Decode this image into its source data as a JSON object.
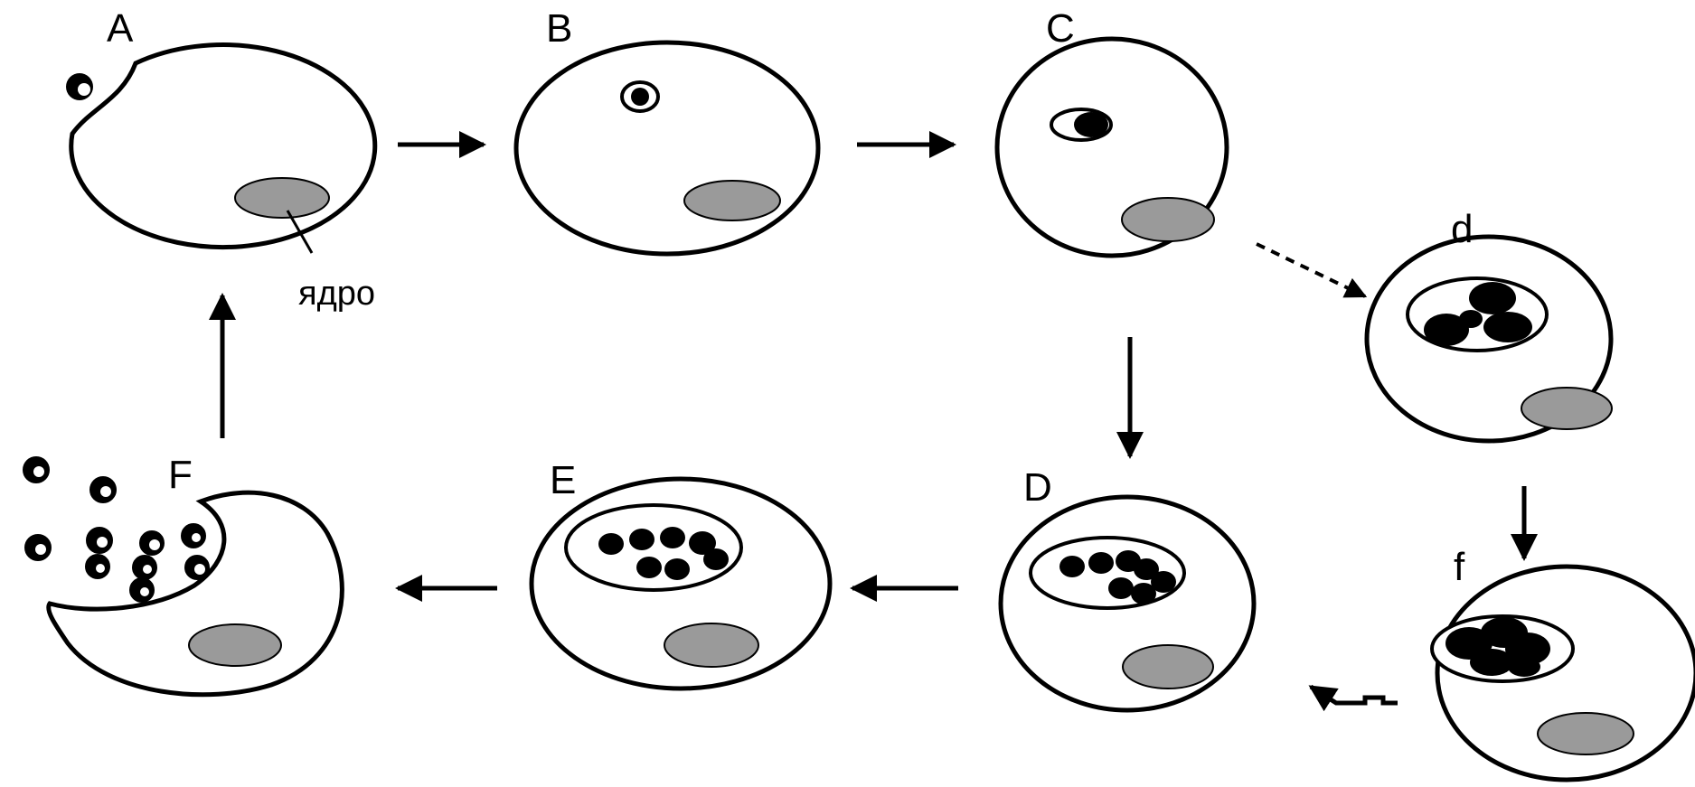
{
  "colors": {
    "background": "#ffffff",
    "outline": "#000000",
    "nucleus": "#9a9a9a",
    "parasite": "#000000"
  },
  "stages": {
    "A": "A",
    "B": "B",
    "C": "C",
    "d": "d",
    "D": "D",
    "E": "E",
    "F": "F",
    "f": "f"
  },
  "annotations": {
    "nucleus_label": "ядро"
  }
}
